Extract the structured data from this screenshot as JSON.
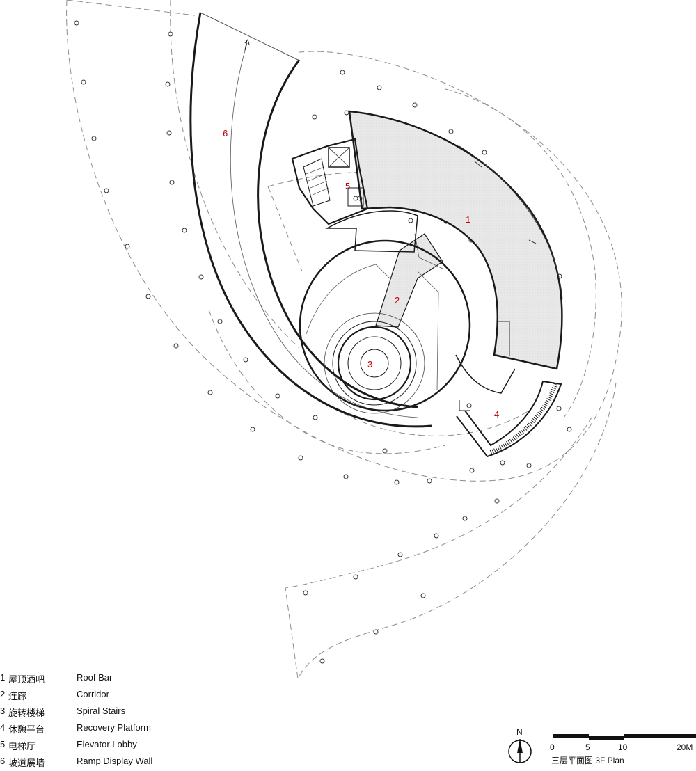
{
  "room_labels": [
    {
      "id": "1",
      "text": "1"
    },
    {
      "id": "2",
      "text": "2"
    },
    {
      "id": "3",
      "text": "3"
    },
    {
      "id": "4",
      "text": "4"
    },
    {
      "id": "5",
      "text": "5"
    },
    {
      "id": "6",
      "text": "6"
    }
  ],
  "legend": [
    {
      "num": "1",
      "cn": "屋顶酒吧",
      "en": "Roof Bar"
    },
    {
      "num": "2",
      "cn": "连廊",
      "en": "Corridor"
    },
    {
      "num": "3",
      "cn": "旋转楼梯",
      "en": "Spiral Stairs"
    },
    {
      "num": "4",
      "cn": "休憩平台",
      "en": "Recovery Platform"
    },
    {
      "num": "5",
      "cn": "电梯厅",
      "en": "Elevator Lobby"
    },
    {
      "num": "6",
      "cn": "坡道展墙",
      "en": "Ramp Display Wall"
    }
  ],
  "north_arrow": {
    "label": "N"
  },
  "scale_bar": {
    "ticks": [
      "0",
      "5",
      "10",
      "20M"
    ],
    "caption": "三层平面图  3F Plan"
  },
  "colors": {
    "line": "#1a1a1a",
    "dashed": "#8c8c8c",
    "fill": "#e6e6e6",
    "label": "#c00000"
  }
}
